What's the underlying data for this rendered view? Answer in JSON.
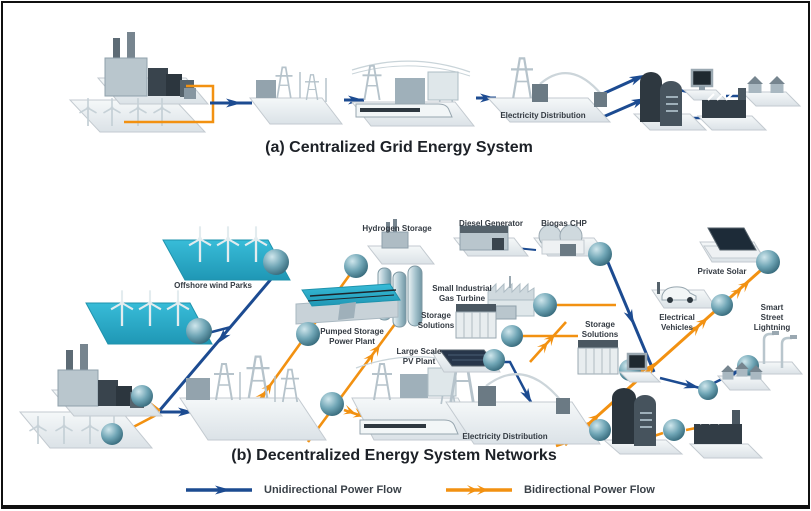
{
  "figure": {
    "title_a": "(a) Centralized Grid Energy System",
    "title_b": "(b) Decentralized Energy System Networks"
  },
  "labels": {
    "electricity_distribution_a": "Electricity Distribution",
    "offshore_wind_parks": "Offshore wind Parks",
    "hydrogen_storage": "Hydrogen Storage",
    "pumped_storage_power_plant": "Pumped Storage\nPower Plant",
    "diesel_generator": "Diesel Generator",
    "biogas_chp": "Biogas CHP",
    "small_industrial_gas_turbine": "Small Industrial\nGas Turbine",
    "storage_solutions_left": "Storage\nSolutions",
    "large_scale_pv_plant": "Large Scale\nPV Plant",
    "storage_solutions_right": "Storage\nSolutions",
    "private_solar": "Private Solar",
    "electrical_vehicles": "Electrical\nVehicles",
    "smart_street_lightning": "Smart Street\nLightning",
    "electricity_distribution_b": "Electricity Distribution"
  },
  "legend": {
    "unidirectional": "Unidirectional Power Flow",
    "bidirectional": "Bidirectional Power Flow"
  },
  "colors": {
    "unidirectional_flow": "#1c4b91",
    "bidirectional_flow": "#f29111",
    "water": "#2ab2cf",
    "platform": "#eef1f3",
    "dark_building": "#2e3840"
  }
}
